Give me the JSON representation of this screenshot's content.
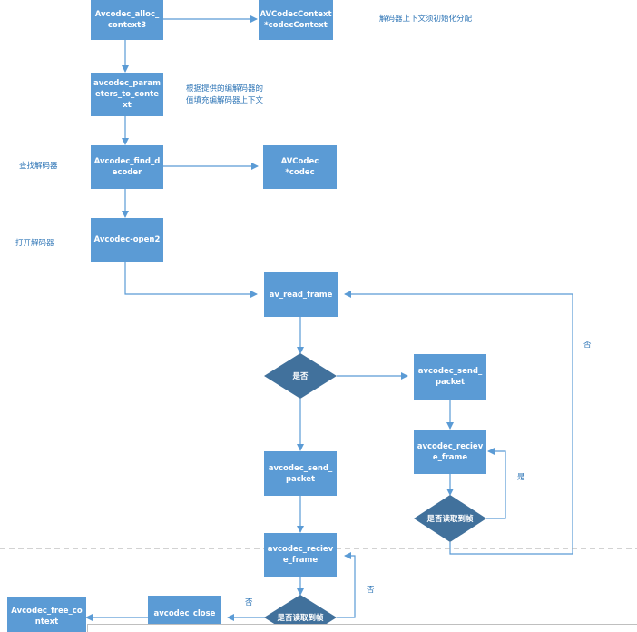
{
  "nodes": {
    "alloc_context": "Avcodec_alloc_context3",
    "avcodec_context": "AVCodecContext *codecContext",
    "parameters_to_context": "avcodec_parameters_to_context",
    "find_decoder": "Avcodec_find_decoder",
    "avcodec": "AVCodec *codec",
    "open2": "Avcodec-open2",
    "read_frame": "av_read_frame",
    "decision_main": "是否",
    "send_packet_right": "avcodec_send_packet",
    "recieve_frame_right": "avcodec_recieve_frame",
    "decision_right": "是否读取到帧",
    "send_packet_main": "avcodec_send_packet",
    "recieve_frame_main": "avcodec_recieve_frame",
    "decision_bottom": "是否读取到帧",
    "close": "avcodec_close",
    "free_context": "Avcodec_free_context"
  },
  "notes": {
    "alloc_note": "解码器上下文须初始化分配",
    "params_note_line1": "根据提供的编解码器的",
    "params_note_line2": "值填充编解码器上下文",
    "find_note": "查找解码器",
    "open_note": "打开解码器"
  },
  "edge_labels": {
    "right_loop_no": "否",
    "right_yes": "是",
    "bottom_no_loop": "否",
    "bottom_no_close": "否"
  },
  "colors": {
    "box_fill": "#5b9bd5",
    "diamond_fill": "#41719c",
    "connector": "#5b9bd5",
    "note_text": "#2e75b6"
  }
}
